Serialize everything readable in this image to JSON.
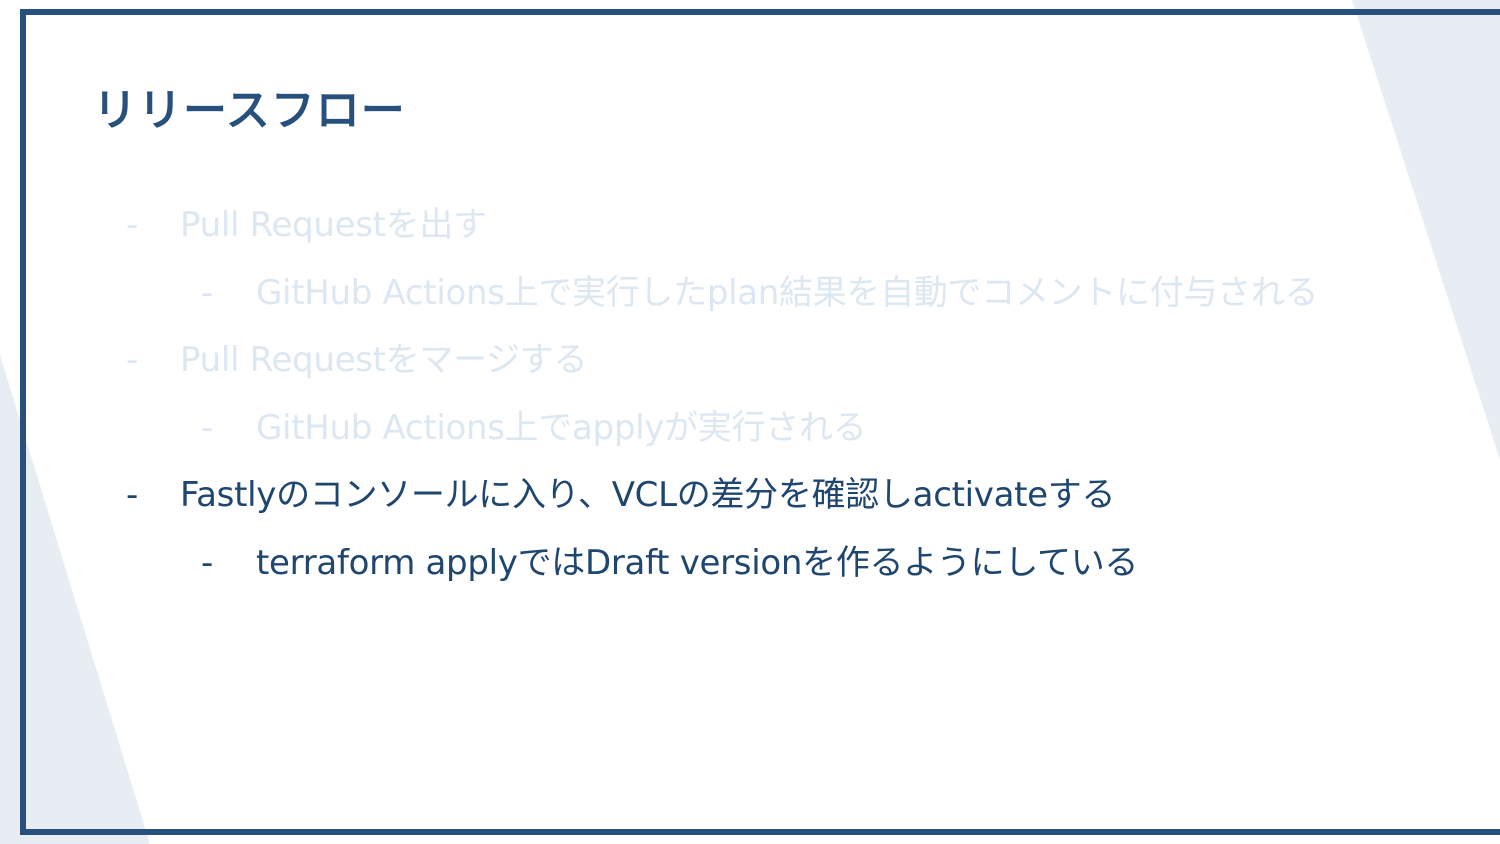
{
  "slide": {
    "title": "リリースフロー",
    "bullets": [
      {
        "dash": "-",
        "text": "Pull Requestを出す",
        "level": 1,
        "state": "faded"
      },
      {
        "dash": "-",
        "text": "GitHub Actions上で実行したplan結果を自動でコメントに付与される",
        "level": 2,
        "state": "faded"
      },
      {
        "dash": "-",
        "text": "Pull Requestをマージする",
        "level": 1,
        "state": "faded"
      },
      {
        "dash": "-",
        "text": "GitHub Actions上でapplyが実行される",
        "level": 2,
        "state": "faded"
      },
      {
        "dash": "-",
        "text": "Fastlyのコンソールに入り、VCLの差分を確認しactivateする",
        "level": 1,
        "state": "active"
      },
      {
        "dash": "-",
        "text": "terraform applyではDraft versionを作るようにしている",
        "level": 2,
        "state": "active"
      }
    ]
  },
  "colors": {
    "accent": "#27507d",
    "active_text": "#1f466f",
    "faded_text": "#dde7f2",
    "decoration": "#e8edf4",
    "background": "#ffffff"
  }
}
